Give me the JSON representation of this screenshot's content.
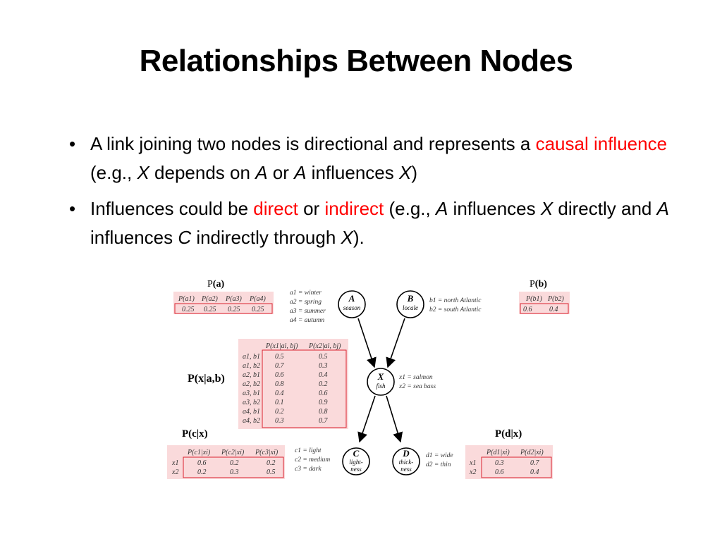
{
  "title": "Relationships Between Nodes",
  "bullets": [
    {
      "p1": "A link joining two nodes is directional and represents a ",
      "red1": "causal influence",
      "p2": " (e.g., ",
      "v1": "X",
      "p3": " depends on ",
      "v2": "A",
      "p4": " or ",
      "v3": "A",
      "p5": " influences ",
      "v4": "X",
      "p6": ")"
    },
    {
      "p1": "Influences could be ",
      "red1": "direct",
      "p2": " or ",
      "red2": "indirect",
      "p3": "  (e.g., ",
      "v1": "A",
      "p4": " influences ",
      "v2": "X",
      "p5": " directly and ",
      "v3": "A",
      "p6": " influences ",
      "v4": "C",
      "p7": " indirectly through ",
      "v5": "X",
      "p8": ")."
    }
  ],
  "figure": {
    "nodes": {
      "A": {
        "letter": "A",
        "sub": "season"
      },
      "B": {
        "letter": "B",
        "sub": "locale"
      },
      "X": {
        "letter": "X",
        "sub": "fish"
      },
      "C": {
        "letter": "C",
        "sub1": "light-",
        "sub2": "ness"
      },
      "D": {
        "letter": "D",
        "sub1": "thick-",
        "sub2": "ness"
      }
    },
    "pa": {
      "label_p": "P",
      "label_arg": "(a)",
      "headers": [
        "P(a1)",
        "P(a2)",
        "P(a3)",
        "P(a4)"
      ],
      "values": [
        "0.25",
        "0.25",
        "0.25",
        "0.25"
      ]
    },
    "pb": {
      "label_p": "P",
      "label_arg": "(b)",
      "headers": [
        "P(b1)",
        "P(b2)"
      ],
      "values": [
        "0.6",
        "0.4"
      ]
    },
    "a_defs": [
      "a1 = winter",
      "a2 = spring",
      "a3 = summer",
      "a4 = autumn"
    ],
    "b_defs": [
      "b1 = north Atlantic",
      "b2 = south Atlantic"
    ],
    "x_defs": [
      "x1 = salmon",
      "x2 = sea bass"
    ],
    "c_defs": [
      "c1 = light",
      "c2 = medium",
      "c3 = dark"
    ],
    "d_defs": [
      "d1 = wide",
      "d2 = thin"
    ],
    "pxab": {
      "label": "P(x|a,b)",
      "headers": [
        "P(x1|ai, bj)",
        "P(x2|ai, bj)"
      ],
      "rows": [
        {
          "cond": "a1, b1",
          "v1": "0.5",
          "v2": "0.5"
        },
        {
          "cond": "a1, b2",
          "v1": "0.7",
          "v2": "0.3"
        },
        {
          "cond": "a2, b1",
          "v1": "0.6",
          "v2": "0.4"
        },
        {
          "cond": "a2, b2",
          "v1": "0.8",
          "v2": "0.2"
        },
        {
          "cond": "a3, b1",
          "v1": "0.4",
          "v2": "0.6"
        },
        {
          "cond": "a3, b2",
          "v1": "0.1",
          "v2": "0.9"
        },
        {
          "cond": "a4, b1",
          "v1": "0.2",
          "v2": "0.8"
        },
        {
          "cond": "a4, b2",
          "v1": "0.3",
          "v2": "0.7"
        }
      ]
    },
    "pcx": {
      "label": "P(c|x)",
      "headers": [
        "P(c1|xi)",
        "P(c2|xi)",
        "P(c3|xi)"
      ],
      "rows": [
        {
          "cond": "x1",
          "vals": [
            "0.6",
            "0.2",
            "0.2"
          ]
        },
        {
          "cond": "x2",
          "vals": [
            "0.2",
            "0.3",
            "0.5"
          ]
        }
      ]
    },
    "pdx": {
      "label": "P(d|x)",
      "headers": [
        "P(d1|xi)",
        "P(d2|xi)"
      ],
      "rows": [
        {
          "cond": "x1",
          "vals": [
            "0.3",
            "0.7"
          ]
        },
        {
          "cond": "x2",
          "vals": [
            "0.6",
            "0.4"
          ]
        }
      ]
    }
  }
}
